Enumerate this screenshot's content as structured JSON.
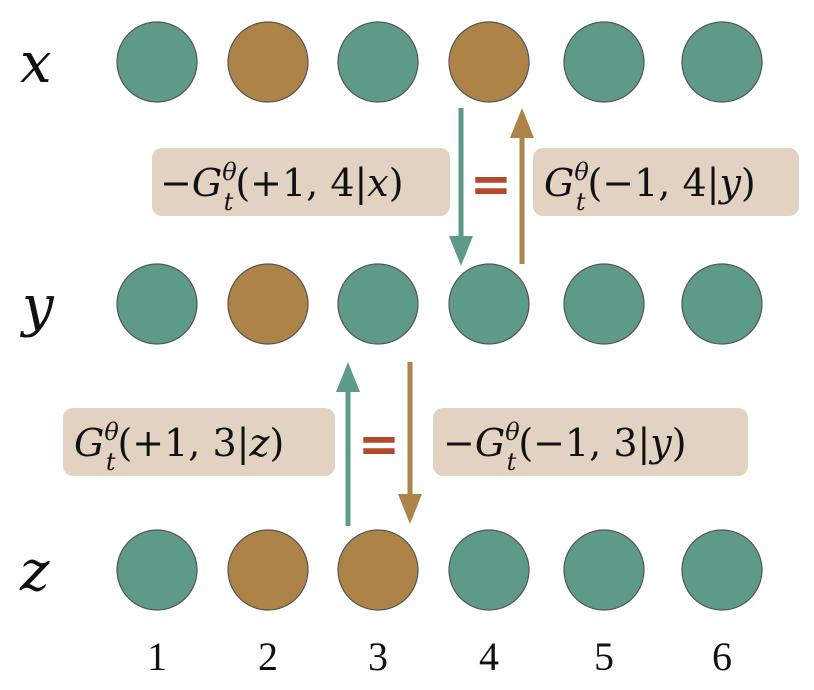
{
  "colors": {
    "teal": "#5e9a8a",
    "ochre": "#ad8347",
    "label_bg": "#e2d2c1",
    "equals": "#b5482a",
    "circle_stroke": "#555555"
  },
  "rows": [
    {
      "label": "x",
      "states": [
        "teal",
        "ochre",
        "teal",
        "ochre",
        "teal",
        "teal"
      ]
    },
    {
      "label": "y",
      "states": [
        "teal",
        "ochre",
        "teal",
        "teal",
        "teal",
        "teal"
      ]
    },
    {
      "label": "z",
      "states": [
        "teal",
        "ochre",
        "ochre",
        "teal",
        "teal",
        "teal"
      ]
    }
  ],
  "positions": [
    "1",
    "2",
    "3",
    "4",
    "5",
    "6"
  ],
  "equations": [
    {
      "left": {
        "sign": "−",
        "sub": "t",
        "sup": "θ",
        "args": "(+1, 4|",
        "var": "x",
        "close": ")"
      },
      "equals": "=",
      "right": {
        "sign": "",
        "sub": "t",
        "sup": "θ",
        "args": "(−1, 4|",
        "var": "y",
        "close": ")"
      },
      "down_arrow_color": "teal",
      "up_arrow_color": "ochre"
    },
    {
      "left": {
        "sign": "",
        "sub": "t",
        "sup": "θ",
        "args": "(+1, 3|",
        "var": "z",
        "close": ")"
      },
      "equals": "=",
      "right": {
        "sign": "−",
        "sub": "t",
        "sup": "θ",
        "args": "(−1, 3|",
        "var": "y",
        "close": ")"
      },
      "down_arrow_color": "ochre",
      "up_arrow_color": "teal"
    }
  ],
  "symbol": "G"
}
